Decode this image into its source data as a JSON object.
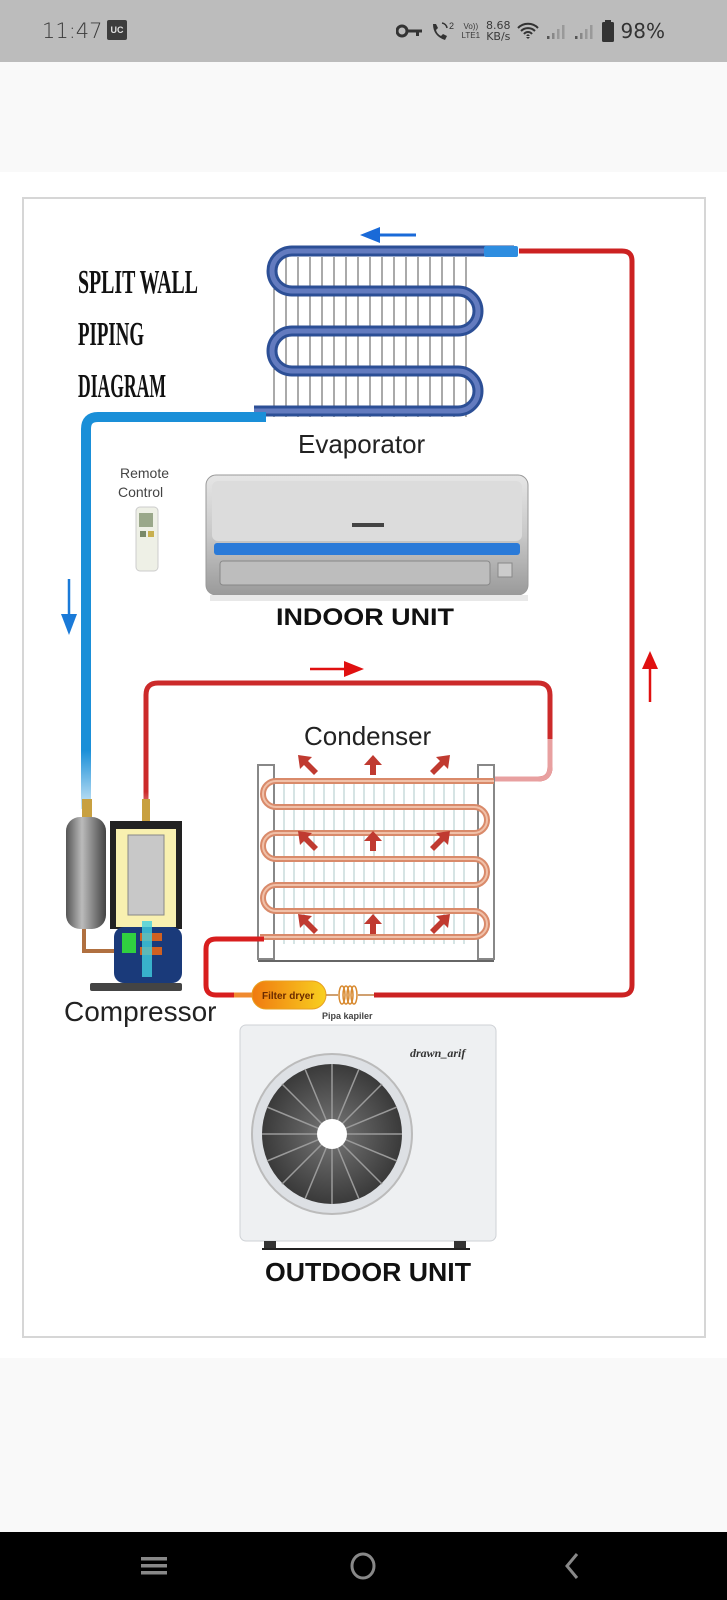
{
  "status_bar": {
    "time": "11:47",
    "app_badge": "UC",
    "call_badge": "2",
    "volte_top": "Vo))",
    "volte_bottom": "LTE1",
    "net_speed_value": "8.68",
    "net_speed_unit": "KB/s",
    "battery": "98%",
    "icons": [
      "vpn-key-icon",
      "wifi-call-icon",
      "volte-icon",
      "wifi-icon",
      "signal-icon",
      "signal-icon",
      "battery-icon"
    ]
  },
  "diagram": {
    "title_lines": [
      "SPLIT WALL",
      "PIPING",
      "DIAGRAM"
    ],
    "labels": {
      "evaporator": "Evaporator",
      "remote_line1": "Remote",
      "remote_line2": "Control",
      "indoor_unit": "INDOOR UNIT",
      "condenser": "Condenser",
      "compressor": "Compressor",
      "filter_dryer": "Filter dryer",
      "capillary": "Pipa kapiler",
      "brand": "drawn_arif",
      "outdoor_unit": "OUTDOOR UNIT"
    },
    "colors": {
      "cold_pipe": "#1a8fd8",
      "hot_pipe": "#d42020",
      "evaporator_coil": "#3a5fa8",
      "condenser_coil": "#d98a6a",
      "arrow_red": "#e01010",
      "arrow_blue": "#1a7ad8"
    }
  },
  "nav_bar": {
    "icons": [
      "recent-apps-icon",
      "home-icon",
      "back-icon"
    ]
  }
}
